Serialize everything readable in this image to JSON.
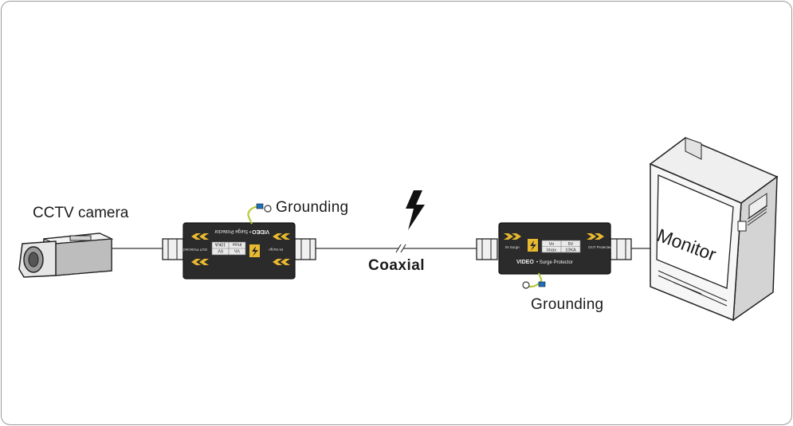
{
  "labels": {
    "camera": "CCTV camera",
    "grounding_left": "Grounding",
    "grounding_right": "Grounding",
    "coaxial": "Coaxial",
    "monitor": "Monitor"
  },
  "protector_left": {
    "brand": "VIDEO",
    "name": "• Surge Protector",
    "specs": [
      "Vn",
      "5V",
      "Imax",
      "10KA"
    ],
    "port_a": "OUT Protected",
    "port_b": "IN Surge"
  },
  "protector_right": {
    "brand": "VIDEO",
    "name": "• Surge Protector",
    "specs": [
      "Vn",
      "5V",
      "Imax",
      "10KA"
    ],
    "port_a": "IN Surge",
    "port_b": "OUT Protected"
  },
  "colors": {
    "device_body": "#2b2b2b",
    "chevron": "#e9b92f",
    "ground_wire": "#b8c83a",
    "ring_terminal": "#1f6fb8",
    "line": "#333333",
    "lightning": "#111111"
  }
}
